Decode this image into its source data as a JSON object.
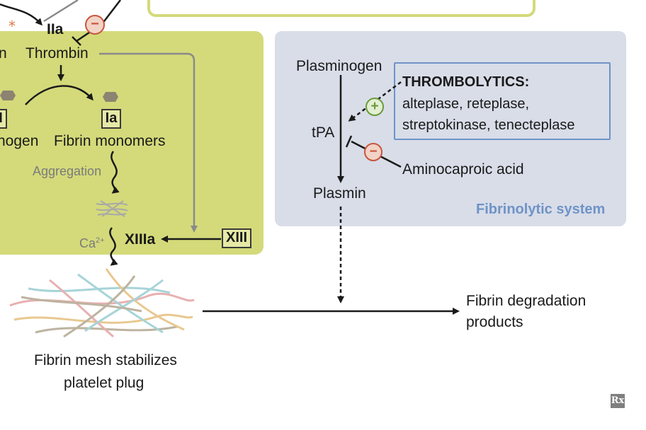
{
  "coagulation": {
    "thrombin_short": "IIa",
    "thrombin": "Thrombin",
    "fibrinogen_partial": "nogen",
    "fibrinogen_factor_partial": "I",
    "fibrin_monomers": "Fibrin monomers",
    "fibrin_monomers_factor": "Ia",
    "aggregation": "Aggregation",
    "calcium": "Ca",
    "calcium_charge": "2+",
    "factor_xiiia": "XIIIa",
    "factor_xiii": "XIII",
    "left_edge_partial": "n",
    "mesh_caption_line1": "Fibrin mesh stabilizes",
    "mesh_caption_line2": "platelet plug"
  },
  "fibrinolytic": {
    "plasminogen": "Plasminogen",
    "tpa": "tPA",
    "plasmin": "Plasmin",
    "system_label": "Fibrinolytic system",
    "thrombolytics_title": "THROMBOLYTICS:",
    "thrombolytics_line1": "alteplase, reteplase,",
    "thrombolytics_line2": "streptokinase, tenecteplase",
    "aminocaproic": "Aminocaproic acid",
    "plus_symbol": "+",
    "minus_symbol": "−"
  },
  "output": {
    "degradation_line1": "Fibrin degradation",
    "degradation_line2": "products"
  },
  "branding": {
    "logo_text": "Rx"
  },
  "colors": {
    "coag_panel": "#d4da7a",
    "fibrinolytic_panel": "#d8dde8",
    "accent_blue": "#6f93c7",
    "inhibit_red": "#c8553d",
    "stimulate_green": "#6a9a3a"
  }
}
